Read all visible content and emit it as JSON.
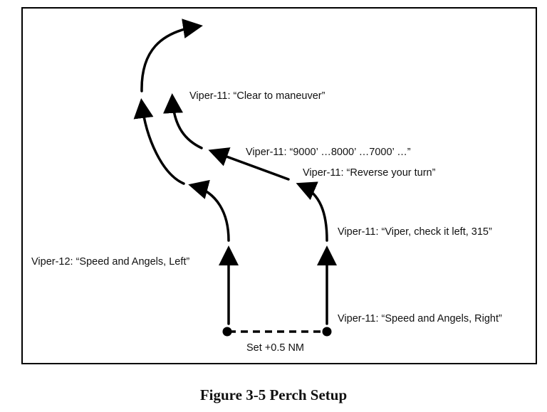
{
  "figure": {
    "caption": "Figure 3-5  Perch Setup"
  },
  "labels": {
    "clear_to_maneuver": "Viper-11: “Clear to maneuver”",
    "altitude_calls": "Viper-11: “9000’ …8000’ …7000’ …”",
    "reverse_turn": "Viper-11: “Reverse your turn”",
    "check_left": "Viper-11: “Viper, check it left, 315”",
    "speed_angels_left": "Viper-12: “Speed and Angels, Left”",
    "speed_angels_right": "Viper-11: “Speed and Angels, Right”",
    "separation": "Set +0.5 NM"
  },
  "colors": {
    "line": "#000000",
    "border": "#000000"
  }
}
